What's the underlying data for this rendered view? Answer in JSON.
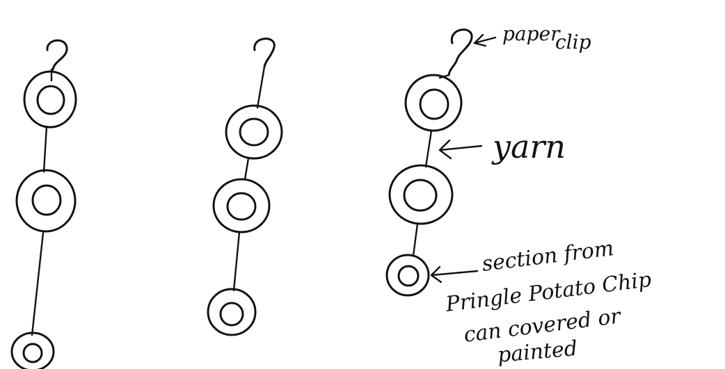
{
  "labels": {
    "paper": "paper",
    "clip": "clip",
    "yarn": "yarn",
    "section_line1": "section from",
    "section_line2": "Pringle Potato Chip",
    "section_line3": "can covered or",
    "section_line4": "painted"
  }
}
